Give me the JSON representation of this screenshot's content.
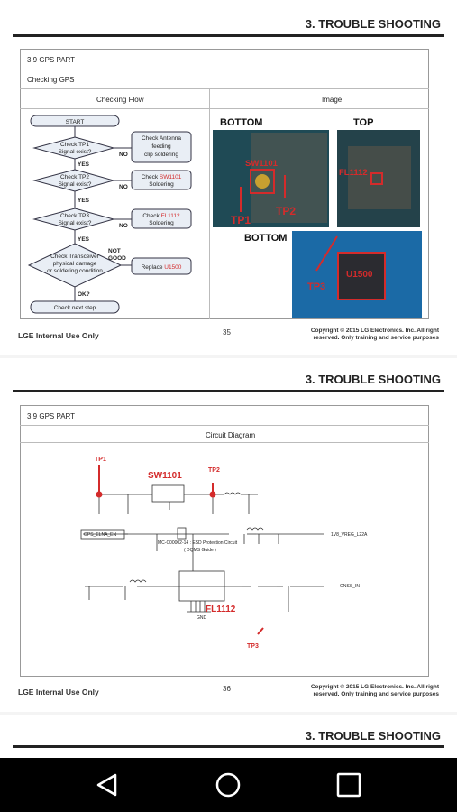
{
  "section_title": "3. TROUBLE SHOOTING",
  "page35": {
    "part": "3.9 GPS PART",
    "subtitle": "Checking  GPS",
    "col_flow": "Checking Flow",
    "col_image": "Image",
    "flow": {
      "start": "START",
      "d1_a": "Check TP1",
      "d1_b": "Signal exist?",
      "d2_a": "Check TP2",
      "d2_b": "Signal exist?",
      "d3_a": "Check TP3",
      "d3_b": "Signal exist?",
      "d4_a": "Check Transceiver",
      "d4_b": "physical damage",
      "d4_c": "or soldering condition",
      "a1_a": "Check Antenna",
      "a1_b": "feeding",
      "a1_c": "clip soldering",
      "a2_pre": "Check ",
      "a2_red": "SW1101",
      "a2_b": "Soldering",
      "a3_pre": "Check ",
      "a3_red": "FL1112",
      "a3_b": "Soldering",
      "a4_pre": "Replace ",
      "a4_red": "U1500",
      "yes": "YES",
      "no": "NO",
      "not_good_a": "NOT",
      "not_good_b": "GOOD",
      "ok": "OK?",
      "end": "Check next step"
    },
    "images": {
      "bottom1": "BOTTOM",
      "top": "TOP",
      "bottom2": "BOTTOM",
      "sw": "SW1101",
      "fl": "FL1112",
      "tp1": "TP1",
      "tp2": "TP2",
      "tp3": "TP3",
      "u": "U1500"
    },
    "page_num": "35"
  },
  "page36": {
    "part": "3.9 GPS PART",
    "subtitle": "Circuit Diagram",
    "labels": {
      "tp1": "TP1",
      "tp2": "TP2",
      "tp3": "TP3",
      "sw": "SW1101",
      "fl": "FL1112",
      "esd1": "MC-C00002-14 : ESD Protection Circuit",
      "esd2": "( DQMS Guide )",
      "gps_en": "GPS_ELNA_EN",
      "vreg": "1V8_VREG_L22A",
      "gnss": "GNSS_IN",
      "gnd": "GND"
    },
    "page_num": "36"
  },
  "footer": {
    "left": "LGE Internal Use Only",
    "copy1": "Copyright © 2015 LG Electronics. Inc. All right",
    "copy2": "reserved. Only training and service purposes"
  },
  "nav": {
    "back": "back-icon",
    "home": "home-icon",
    "recent": "recent-apps-icon"
  },
  "colors": {
    "red": "#d42b2b",
    "navbar": "#000000"
  }
}
